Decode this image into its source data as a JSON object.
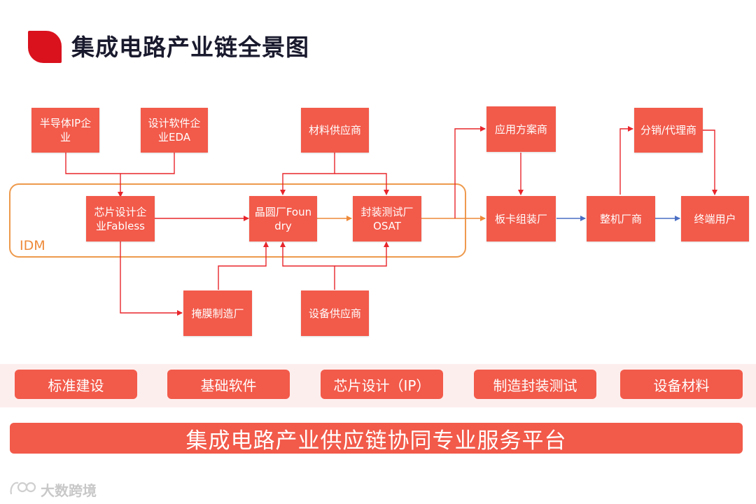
{
  "title": "集成电路产业链全景图",
  "idm_label": "IDM",
  "nodes": {
    "ip_vendor": "半导体IP企业",
    "eda_vendor": "设计软件企业EDA",
    "material_supplier": "材料供应商",
    "solution_provider": "应用方案商",
    "distributor": "分销/代理商",
    "fabless": "芯片设计企业Fabless",
    "foundry": "晶圆厂Foundry",
    "osat": "封装测试厂OSAT",
    "board_assembly": "板卡组装厂",
    "oem": "整机厂商",
    "end_user": "终端用户",
    "mask_factory": "掩膜制造厂",
    "equipment_supplier": "设备供应商"
  },
  "categories": [
    "标准建设",
    "基础软件",
    "芯片设计（IP）",
    "制造封装测试",
    "设备材料"
  ],
  "platform": "集成电路产业供应链协同专业服务平台",
  "watermark": "大数跨境",
  "colors": {
    "box": "#f25a4a",
    "arrow_red": "#e8262c",
    "arrow_orange": "#ee8a3a",
    "arrow_blue": "#4a6fc4",
    "title_mark": "#d9121e"
  }
}
